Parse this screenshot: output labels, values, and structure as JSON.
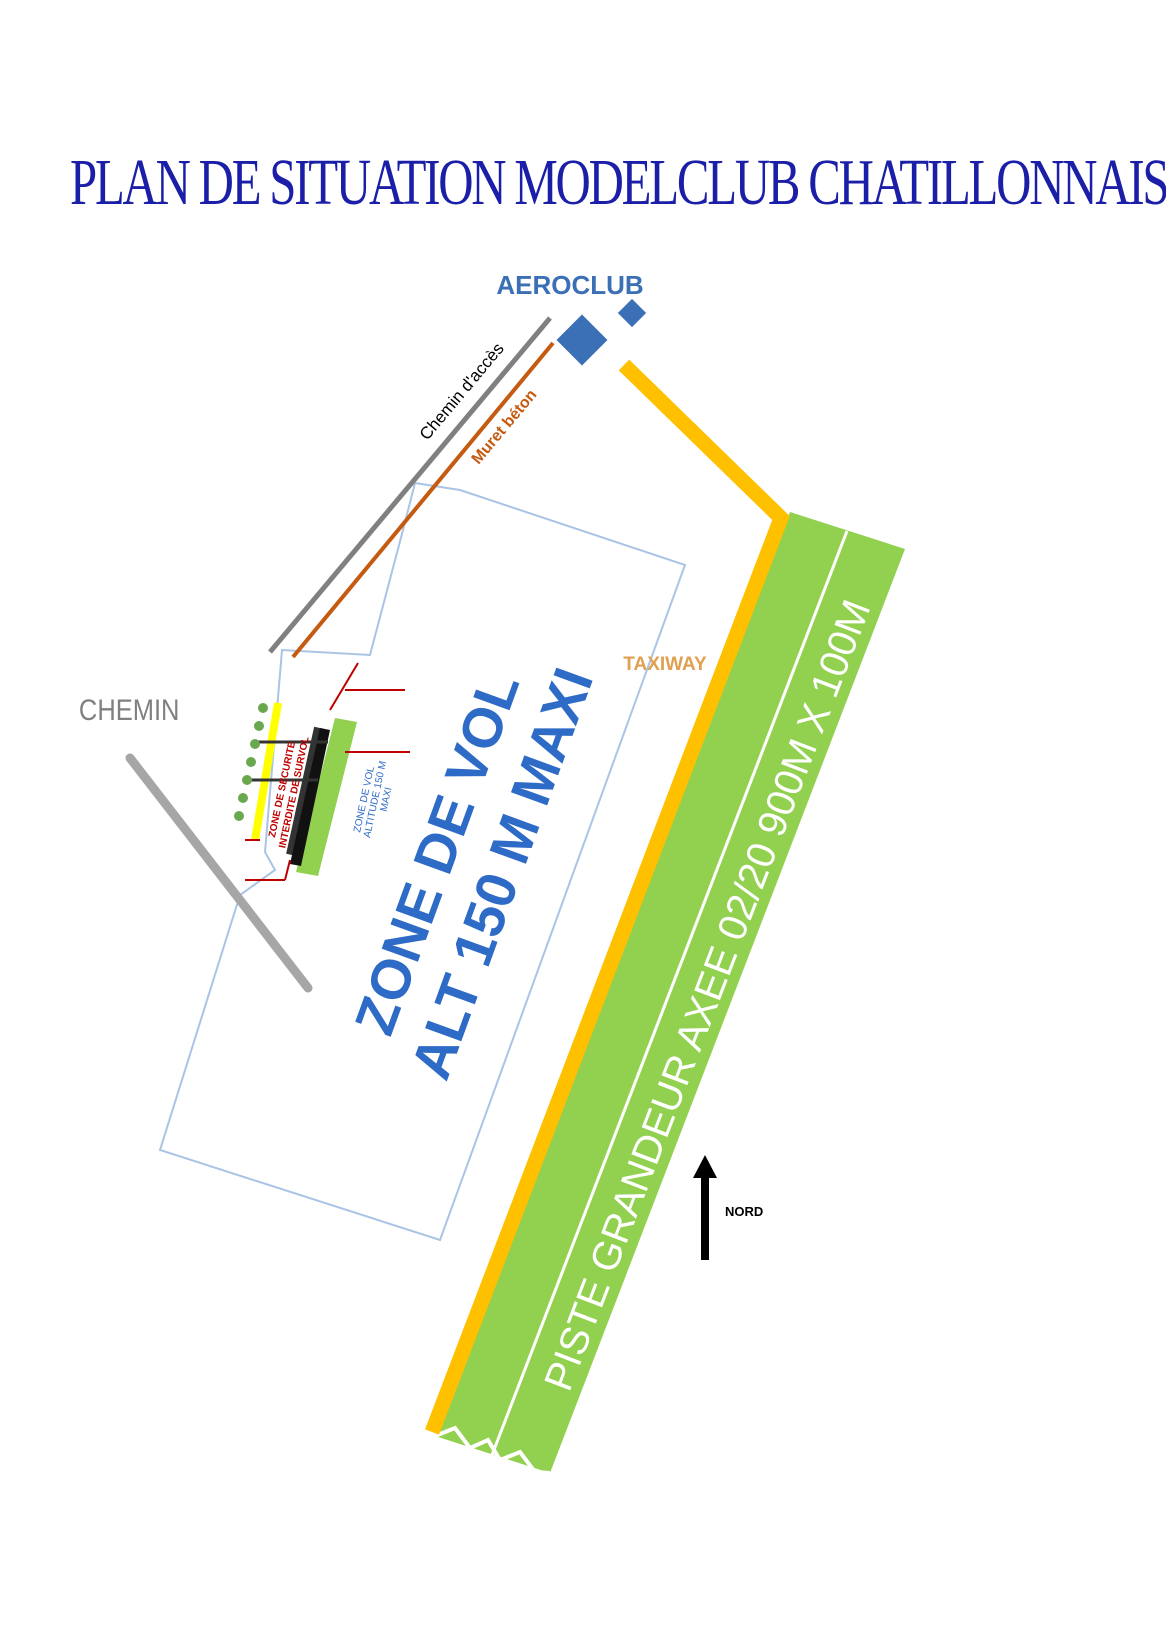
{
  "title": "PLAN DE SITUATION MODELCLUB CHATILLONNAIS",
  "labels": {
    "aeroclub": "AEROCLUB",
    "chemin_acces": "Chemin d'accès",
    "muret_beton": "Muret béton",
    "taxiway": "TAXIWAY",
    "chemin": "CHEMIN",
    "zone_vol_line1": "ZONE DE VOL",
    "zone_vol_line2": "ALT 150 M MAXI",
    "piste": "PISTE GRANDEUR AXEE 02/20 900M X 100M",
    "nord": "NORD",
    "zone_securite_line1": "ZONE DE SECURITE",
    "zone_securite_line2": "INTERDITE DE SURVOL",
    "zone_vol_small_line1": "ZONE DE VOL",
    "zone_vol_small_line2": "ALTITUDE 150 M",
    "zone_vol_small_line3": "MAXI"
  },
  "colors": {
    "title": "#1b1fa8",
    "aeroclub": "#3b6fb6",
    "runway": "#92d050",
    "taxiway": "#ffc000",
    "muret": "#c55a11",
    "chemin_acces": "#808080",
    "chemin": "#a6a6a6",
    "zone_outline": "#a9c4e4",
    "zone_text": "#2e6bc6"
  }
}
